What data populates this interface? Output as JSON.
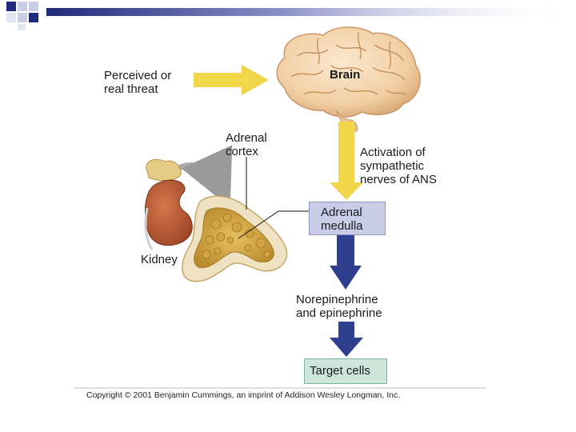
{
  "slide": {
    "colors": {
      "header_dark": "#1f2a7a",
      "header_light": "#c9cce6",
      "yellow_arrow": "#f2d64a",
      "blue_arrow": "#2f3f8f",
      "adrenal_box_fill": "#c9cce6",
      "target_box_fill": "#cde6dc"
    }
  },
  "diagram": {
    "threat_label": "Perceived or\nreal threat",
    "brain_label": "Brain",
    "sns_label": "Activation of\nsympathetic\nnerves of ANS",
    "adrenal_cortex_label": "Adrenal\ncortex",
    "adrenal_medulla_label": "Adrenal\nmedulla",
    "kidney_label": "Kidney",
    "hormones_label": "Norepinephrine\nand epinephrine",
    "target_label": "Target cells"
  },
  "copyright": "Copyright © 2001 Benjamin Cummings, an imprint of Addison Wesley Longman, Inc.",
  "icons": [
    "brain-illustration",
    "kidney-illustration",
    "adrenal-gland-illustration"
  ]
}
